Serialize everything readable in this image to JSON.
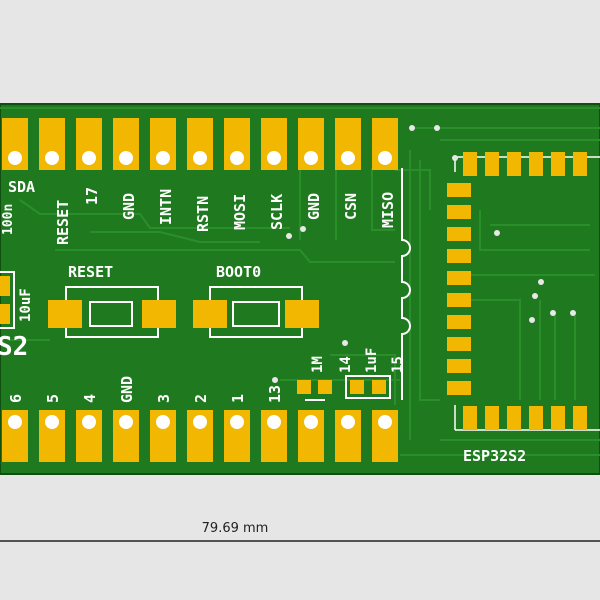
{
  "board": {
    "colors": {
      "background": "#e6e6e6",
      "board": "#1f7a1f",
      "board_edge": "#0f4f0f",
      "trace": "#2a8f2a",
      "pad": "#f2b700",
      "silk": "#ffffff",
      "dimension_line": "#222222"
    }
  },
  "top_header_labels": [
    "SDA",
    "RESET",
    "17",
    "GND",
    "INTN",
    "RSTN",
    "MOSI",
    "SCLK",
    "GND",
    "CSN",
    "MISO"
  ],
  "bottom_header_labels": [
    "6",
    "5",
    "4",
    "GND",
    "3",
    "2",
    "1",
    "13"
  ],
  "buttons": {
    "reset_label": "RESET",
    "boot_label": "BOOT0"
  },
  "passive_labels": {
    "left_cap_top": "100n",
    "left_cap": "10uF",
    "r_1m": "1M",
    "pin_14": "14",
    "cap_1u": "1uF",
    "pin_15": "15"
  },
  "board_partial_text": "S2",
  "module_label": "ESP32S2",
  "dimension": {
    "text": "79.69 mm"
  }
}
